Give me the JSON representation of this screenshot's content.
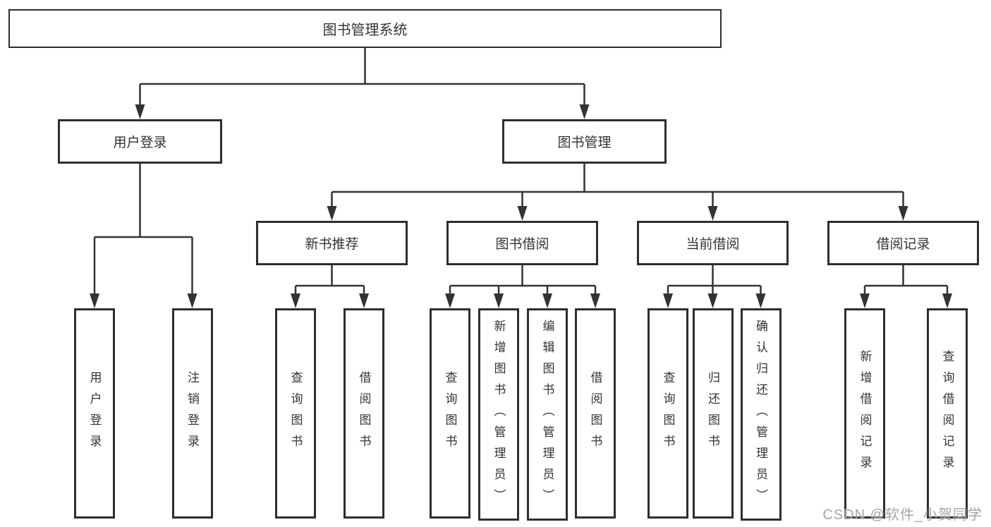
{
  "tree": {
    "root": {
      "label": "图书管理系统"
    },
    "branches": [
      {
        "label": "用户登录",
        "children": [
          {
            "label": "用户登录"
          },
          {
            "label": "注销登录"
          }
        ]
      },
      {
        "label": "图书管理",
        "sections": [
          {
            "label": "新书推荐",
            "children": [
              {
                "label": "查询图书"
              },
              {
                "label": "借阅图书"
              }
            ]
          },
          {
            "label": "图书借阅",
            "children": [
              {
                "label": "查询图书"
              },
              {
                "label": "新增图书（管理员）"
              },
              {
                "label": "编辑图书（管理员）"
              },
              {
                "label": "借阅图书"
              }
            ]
          },
          {
            "label": "当前借阅",
            "children": [
              {
                "label": "查询图书"
              },
              {
                "label": "归还图书"
              },
              {
                "label": "确认归还（管理员）"
              }
            ]
          },
          {
            "label": "借阅记录",
            "children": [
              {
                "label": "新增借阅记录"
              },
              {
                "label": "查询借阅记录"
              }
            ]
          }
        ]
      }
    ]
  },
  "watermark": {
    "text": "CSDN @软件_小贺同学"
  },
  "colors": {
    "line": "#333333",
    "border": "#2e2e2e",
    "text": "#333333",
    "background": "#ffffff",
    "watermark": "#9d9d9d"
  }
}
